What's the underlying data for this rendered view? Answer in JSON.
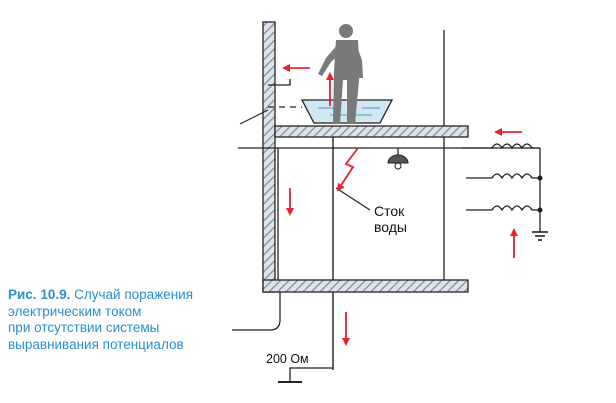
{
  "caption": {
    "figure_number": "Рис. 10.9.",
    "line1": "Случай поражения",
    "line2": "электрическим током",
    "line3": "при отсутствии системы",
    "line4": "выравнивания потенциалов"
  },
  "labels": {
    "drain_line1": "Сток",
    "drain_line2": "воды",
    "resistance": "200 Ом"
  },
  "colors": {
    "caption_text": "#2a8fd0",
    "current_arrows": "#e8222e",
    "hatch": "#8a95a8",
    "water": "#cfe8f4"
  }
}
